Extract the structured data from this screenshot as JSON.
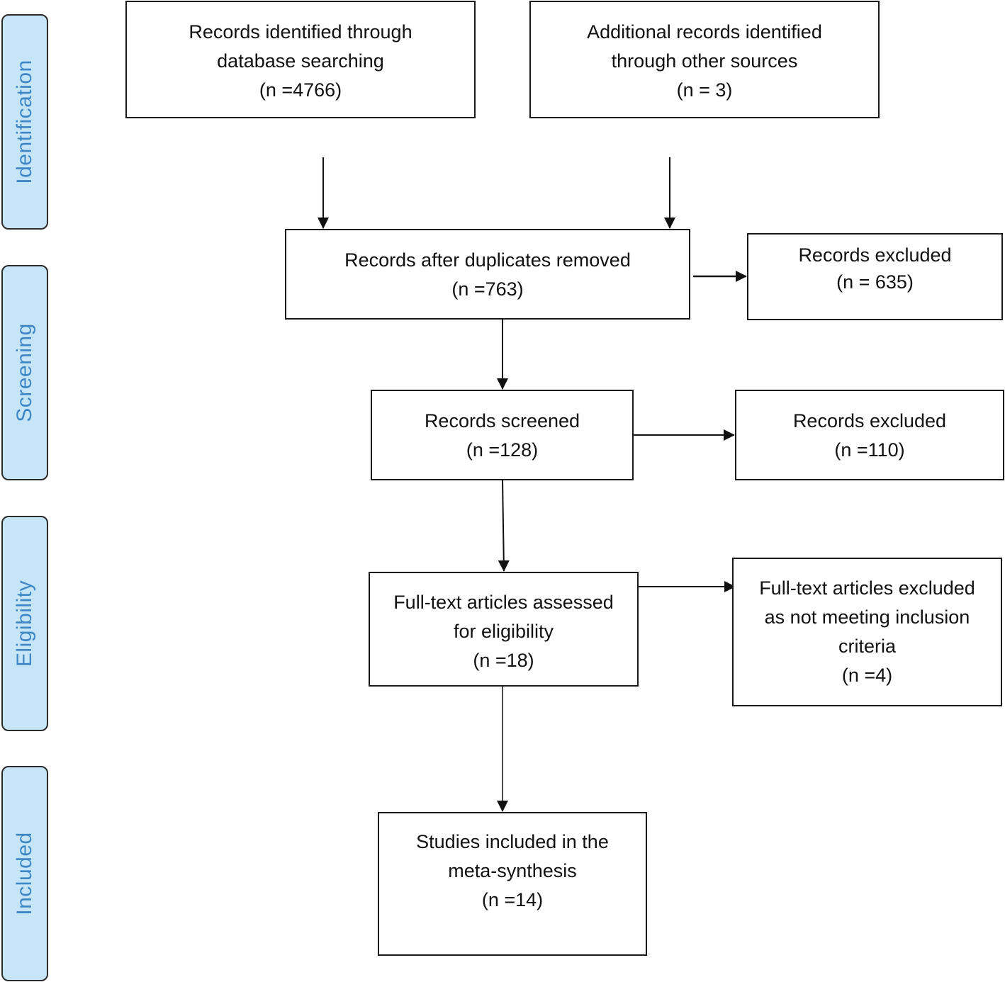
{
  "colors": {
    "phase_fill": "#c6e6f8",
    "phase_text": "#3e86c4",
    "box_border": "#1a1a1a",
    "text": "#111111"
  },
  "phases": {
    "identification": "Identification",
    "screening": "Screening",
    "eligibility": "Eligibility",
    "included": "Included"
  },
  "boxes": {
    "database_search": {
      "lines": [
        "Records identified through",
        "database searching",
        "(n =4766)"
      ]
    },
    "other_sources": {
      "lines": [
        "Additional records identified",
        "through other sources",
        "(n = 3)"
      ]
    },
    "duplicates_removed": {
      "lines": [
        "Records after duplicates removed",
        "(n =763)"
      ]
    },
    "excluded_first": {
      "lines": [
        "Records excluded",
        "(n = 635)"
      ]
    },
    "screened": {
      "lines": [
        "Records screened",
        "(n =128)"
      ]
    },
    "excluded_screening": {
      "lines": [
        "Records excluded",
        "(n =110)"
      ]
    },
    "fulltext_assessed": {
      "lines": [
        "Full-text articles assessed",
        "for eligibility",
        "(n =18)"
      ]
    },
    "fulltext_excluded": {
      "lines": [
        "Full-text articles excluded",
        "as not meeting inclusion",
        "criteria",
        "(n =4)"
      ]
    },
    "included_studies": {
      "lines": [
        "Studies included in the",
        "meta-synthesis",
        "(n =14)"
      ]
    }
  }
}
